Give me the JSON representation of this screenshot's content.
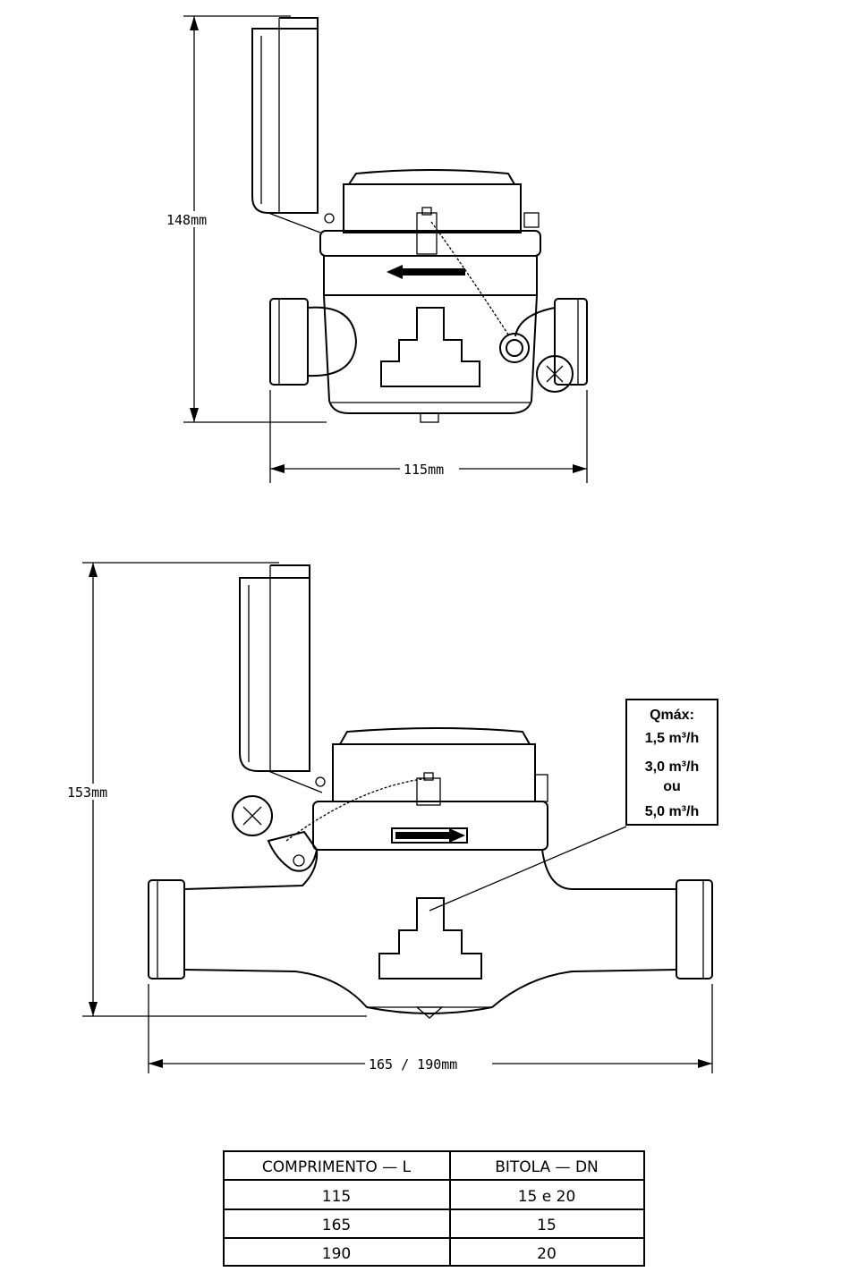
{
  "top_view": {
    "height_label": "148mm",
    "width_label": "115mm"
  },
  "bottom_view": {
    "height_label": "153mm",
    "width_label": "165 / 190mm",
    "note_lines": [
      "Qmáx:",
      "1,5 m³/h",
      "3,0 m³/h",
      "ou",
      "5,0 m³/h"
    ]
  },
  "table": {
    "headers": [
      "COMPRIMENTO  —  L",
      "BITOLA   —  DN"
    ],
    "rows": [
      [
        "115",
        "15  e  20"
      ],
      [
        "165",
        "15"
      ],
      [
        "190",
        "20"
      ]
    ]
  }
}
